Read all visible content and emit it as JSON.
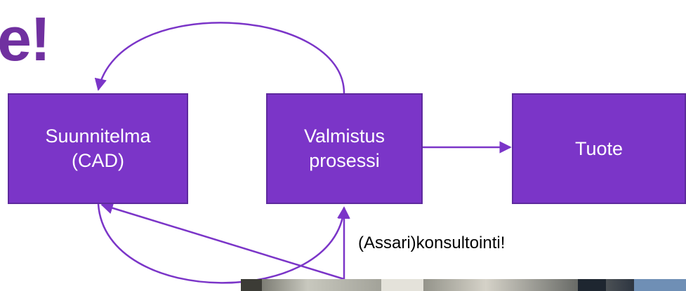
{
  "title_fragment": "e!",
  "boxes": [
    {
      "id": "b1",
      "label": "Suunnitelma\n(CAD)"
    },
    {
      "id": "b2",
      "label": "Valmistus\nprosessi"
    },
    {
      "id": "b3",
      "label": "Tuote"
    }
  ],
  "caption": "(Assari)konsultointi!",
  "colors": {
    "title": "#7030a0",
    "box_fill": "#7b35c8",
    "box_border": "#5e2a9e",
    "arrow": "#7b35c8"
  }
}
